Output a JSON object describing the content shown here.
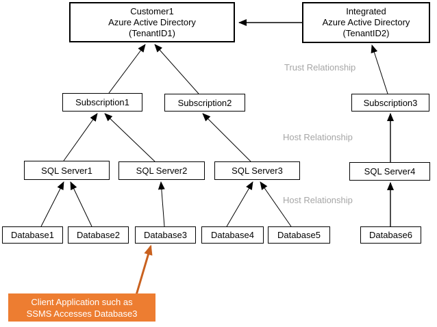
{
  "nodes": {
    "customer_aad": {
      "line1": "Customer1",
      "line2": "Azure Active Directory",
      "line3": "(TenantID1)"
    },
    "integrated_aad": {
      "line1": "Integrated",
      "line2": "Azure Active Directory",
      "line3": "(TenantID2)"
    },
    "subscription1": {
      "label": "Subscription1"
    },
    "subscription2": {
      "label": "Subscription2"
    },
    "subscription3": {
      "label": "Subscription3"
    },
    "sql_server1": {
      "label": "SQL Server1"
    },
    "sql_server2": {
      "label": "SQL Server2"
    },
    "sql_server3": {
      "label": "SQL Server3"
    },
    "sql_server4": {
      "label": "SQL Server4"
    },
    "database1": {
      "label": "Database1"
    },
    "database2": {
      "label": "Database2"
    },
    "database3": {
      "label": "Database3"
    },
    "database4": {
      "label": "Database4"
    },
    "database5": {
      "label": "Database5"
    },
    "database6": {
      "label": "Database6"
    }
  },
  "labels": {
    "trust": "Trust Relationship",
    "host_upper": "Host Relationship",
    "host_lower": "Host Relationship"
  },
  "callout": {
    "line1": "Client Application such as",
    "line2": "SSMS Accesses Database3"
  },
  "colors": {
    "line": "#000000",
    "box_border": "#000000",
    "relationship_label": "#a6a6a6",
    "callout_bg": "#ed7d31",
    "callout_text": "#ffffff",
    "callout_arrow": "#c9611f"
  }
}
